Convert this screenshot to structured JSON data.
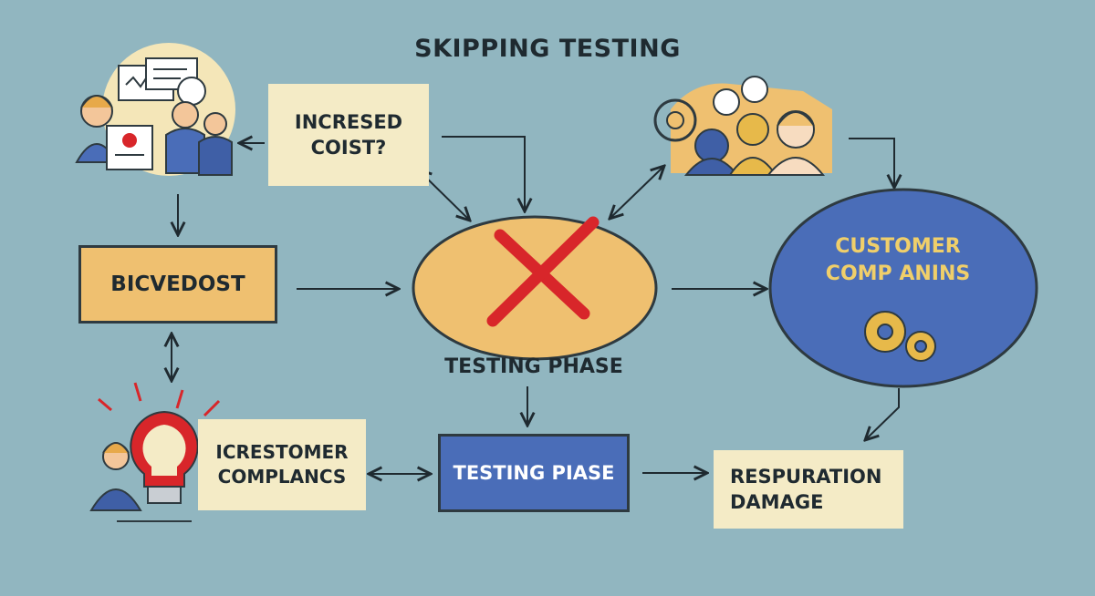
{
  "title": "SKIPPING TESTING",
  "nodes": {
    "increased_cost": {
      "line1": "INCRESED",
      "line2": "COIST?"
    },
    "bicvedost": {
      "label": "BICVEDOST"
    },
    "testing_phase_oval": {
      "caption": "TESTING PHASE"
    },
    "customer_complaints_oval": {
      "line1": "CUSTOMER",
      "line2": "COMP ANINS"
    },
    "icrestomer_complancs": {
      "line1": "ICRESTOMER",
      "line2": "COMPLANCS"
    },
    "testing_phase_box": {
      "label": "TESTING PIASE"
    },
    "resupration_damage": {
      "line1": "RESPURATION",
      "line2": "DAMAGE"
    }
  },
  "icons": {
    "top_left": "team-meeting-icon",
    "top_right": "customers-gears-icon",
    "bottom_left": "lightbulb-person-icon",
    "center_mark": "red-x-icon",
    "customer_gears": "gears-icon"
  },
  "colors": {
    "background": "#91b6c0",
    "note": "#f4ebc6",
    "gold": "#efc070",
    "blue": "#4a6db8",
    "cross": "#d8262a",
    "gear_yellow": "#e7b94a",
    "label_yellow": "#f0cf6a"
  }
}
